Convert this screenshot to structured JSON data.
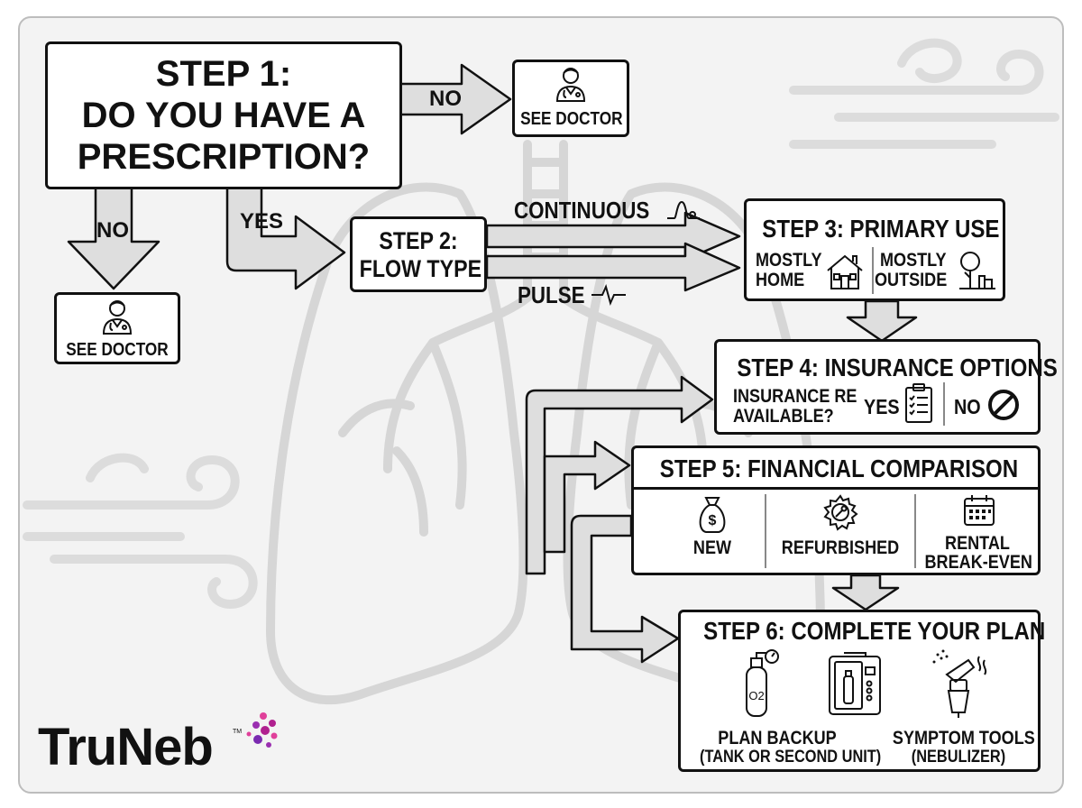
{
  "brand": {
    "name": "TruNeb",
    "trademark": "TM"
  },
  "step1": {
    "line1": "STEP 1:",
    "line2": "DO YOU HAVE A",
    "line3": "PRESCRIPTION?"
  },
  "branches": {
    "no_right": "NO",
    "no_down": "NO",
    "yes": "YES"
  },
  "see_doctor": {
    "label": "SEE DOCTOR"
  },
  "step2": {
    "line1": "STEP 2:",
    "line2": "FLOW TYPE",
    "continuous": "CONTINUOUS",
    "pulse": "PULSE"
  },
  "step3": {
    "title": "STEP 3: PRIMARY USE",
    "home_l1": "MOSTLY",
    "home_l2": "HOME",
    "out_l1": "MOSTLY",
    "out_l2": "OUTSIDE"
  },
  "step4": {
    "title": "STEP 4: INSURANCE OPTIONS",
    "q_l1": "INSURANCE RE",
    "q_l2": "AVAILABLE?",
    "yes": "YES",
    "no": "NO"
  },
  "step5": {
    "title": "STEP 5: FINANCIAL COMPARISON",
    "new": "NEW",
    "refurbished": "REFURBISHED",
    "rental_l1": "RENTAL",
    "rental_l2": "BREAK-EVEN"
  },
  "step6": {
    "title": "STEP 6: COMPLETE YOUR PLAN",
    "backup_l1": "PLAN BACKUP",
    "backup_l2": "(TANK OR SECOND UNIT)",
    "tools_l1": "SYMPTOM TOOLS",
    "tools_l2": "(NEBULIZER)",
    "tank_label": "O2"
  },
  "colors": {
    "arrow_fill": "#dedede",
    "stroke": "#111111",
    "watermark": "#d6d6d6",
    "brand_text": "#111111",
    "brand_dots": "#b0208f"
  }
}
